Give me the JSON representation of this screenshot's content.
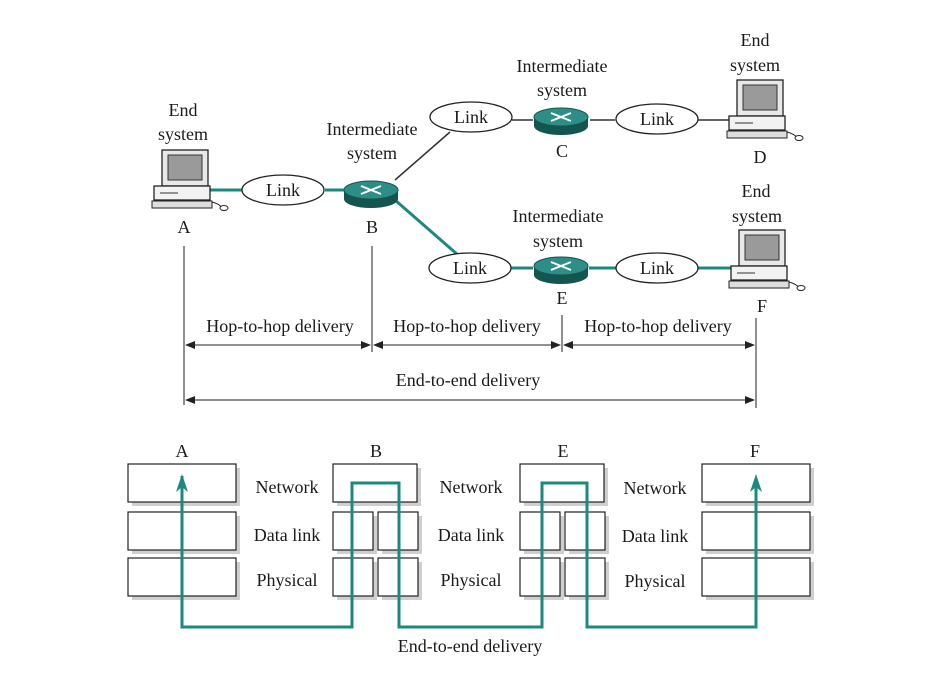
{
  "topology": {
    "nodes": {
      "A": {
        "letter": "A",
        "caption_line1": "End",
        "caption_line2": "system"
      },
      "B": {
        "letter": "B",
        "caption_line1": "Intermediate",
        "caption_line2": "system"
      },
      "C": {
        "letter": "C",
        "caption_line1": "Intermediate",
        "caption_line2": "system"
      },
      "D": {
        "letter": "D",
        "caption_line1": "End",
        "caption_line2": "system"
      },
      "E": {
        "letter": "E",
        "caption_line1": "Intermediate",
        "caption_line2": "system"
      },
      "F": {
        "letter": "F",
        "caption_line1": "End",
        "caption_line2": "system"
      }
    },
    "link_label": "Link"
  },
  "delivery": {
    "hop1": "Hop-to-hop delivery",
    "hop2": "Hop-to-hop delivery",
    "hop3": "Hop-to-hop delivery",
    "end_to_end_top": "End-to-end delivery",
    "end_to_end_bottom": "End-to-end delivery"
  },
  "stack": {
    "columns": [
      "A",
      "B",
      "E",
      "F"
    ],
    "layer_network": "Network",
    "layer_datalink": "Data link",
    "layer_physical": "Physical"
  },
  "colors": {
    "path": "#1b8a7e",
    "router": "#2c8e86",
    "screen": "#9a9a9a"
  }
}
